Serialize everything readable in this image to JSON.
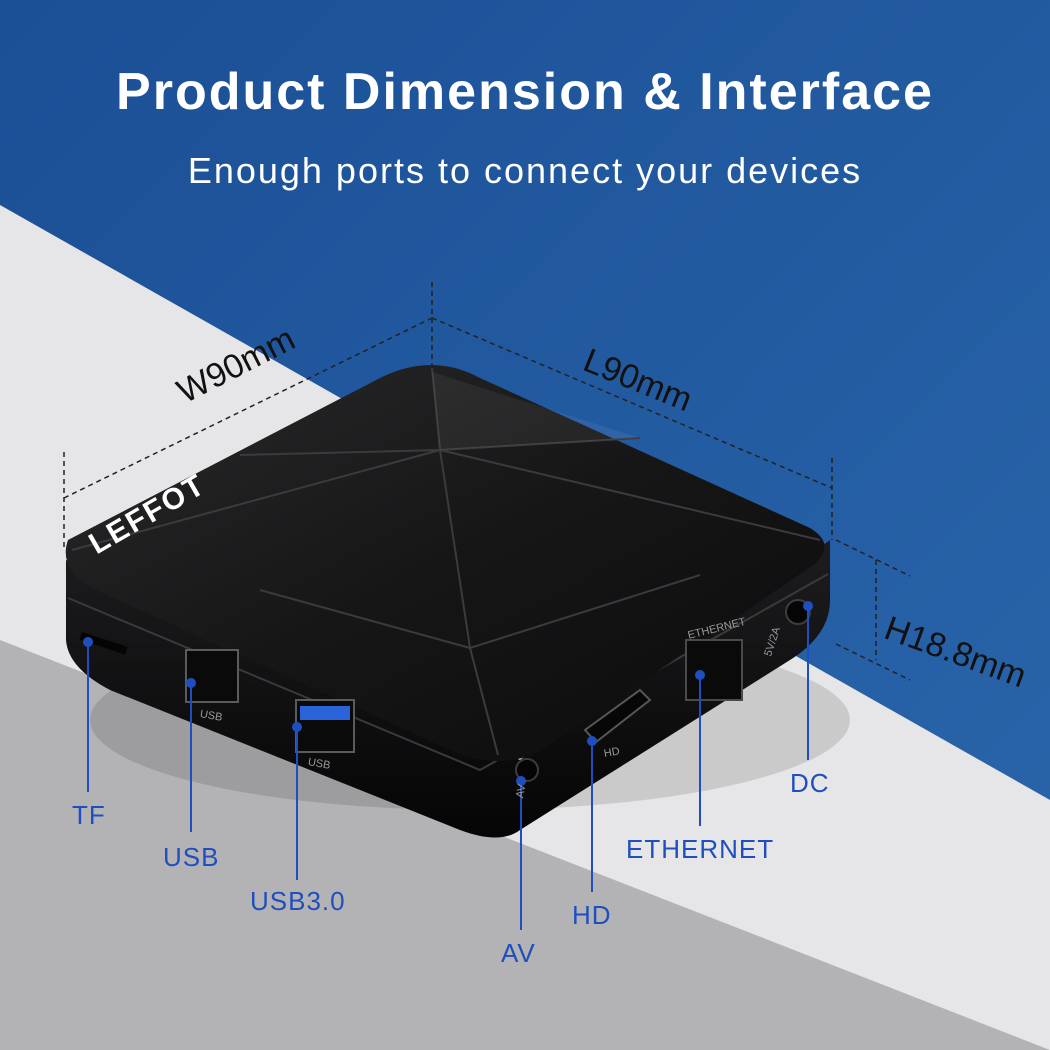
{
  "header": {
    "title": "Product Dimension & Interface",
    "subtitle": "Enough ports to connect your devices"
  },
  "dimensions": {
    "width": "W90mm",
    "length": "L90mm",
    "height": "H18.8mm"
  },
  "device": {
    "logo": "LEFFOT",
    "printed": {
      "usb1": "USB",
      "usb2": "USB",
      "hd": "HD",
      "av": "AV",
      "ethernet": "ETHERNET",
      "power": "5V/2A"
    }
  },
  "ports": [
    {
      "label": "TF"
    },
    {
      "label": "USB"
    },
    {
      "label": "USB3.0"
    },
    {
      "label": "AV"
    },
    {
      "label": "HD"
    },
    {
      "label": "ETHERNET"
    },
    {
      "label": "DC"
    }
  ],
  "colors": {
    "background_blue": "#2c67a6",
    "floor_light": "#e4e4e6",
    "floor_gray": "#b4b4b6",
    "callout_blue": "#1f4fbf",
    "device_black": "#111111"
  }
}
